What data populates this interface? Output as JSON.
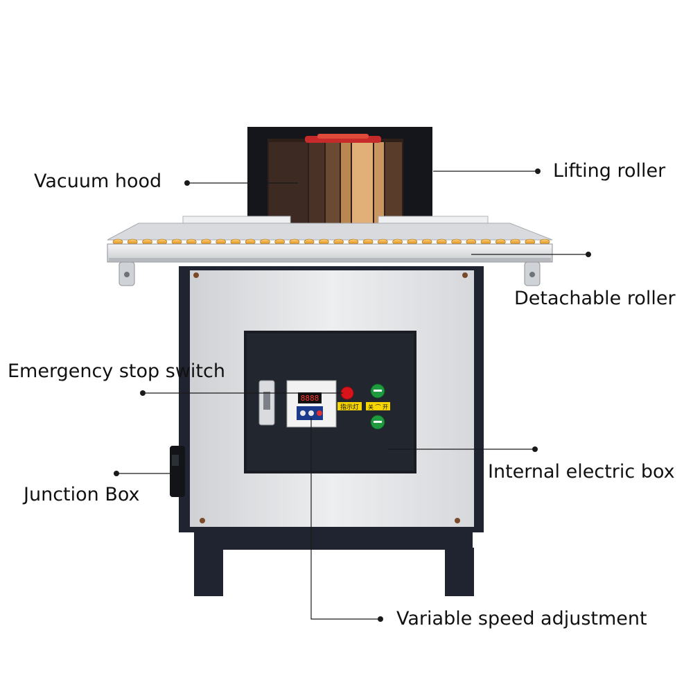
{
  "callouts": {
    "vacuum_hood": "Vacuum hood",
    "lifting_roller": "Lifting roller",
    "detachable_roller": "Detachable roller",
    "emergency_stop_switch": "Emergency stop switch",
    "internal_electric_box": "Internal electric box",
    "junction_box": "Junction Box",
    "variable_speed_adjustment": "Variable speed adjustment"
  },
  "panel": {
    "indicator_label": "指示灯",
    "switch_label": "关 ⌒ 开",
    "display_value": "8888"
  },
  "colors": {
    "cabinet": "#e4e5e7",
    "frame": "#1f2430",
    "roller": "#f0a21e",
    "brush_dark": "#3d2a22",
    "brush_light": "#d9a46a",
    "stop_button": "#d8141b",
    "start_button": "#1f9a3e",
    "label_plate": "#f5d400"
  }
}
